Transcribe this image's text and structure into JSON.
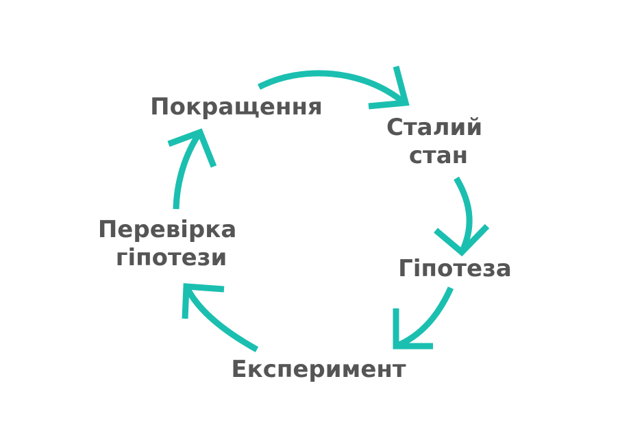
{
  "colors": {
    "arrow": "#1BBFB0",
    "text": "#555555",
    "background": "#ffffff"
  },
  "cycle": {
    "nodes": [
      {
        "id": "steady-state",
        "lines": [
          "Сталий",
          "стан"
        ]
      },
      {
        "id": "hypothesis",
        "lines": [
          "Гіпотеза"
        ]
      },
      {
        "id": "experiment",
        "lines": [
          "Експеримент"
        ]
      },
      {
        "id": "hypothesis-check",
        "lines": [
          "Перевірка",
          "гіпотези"
        ]
      },
      {
        "id": "improvement",
        "lines": [
          "Покращення"
        ]
      }
    ]
  }
}
